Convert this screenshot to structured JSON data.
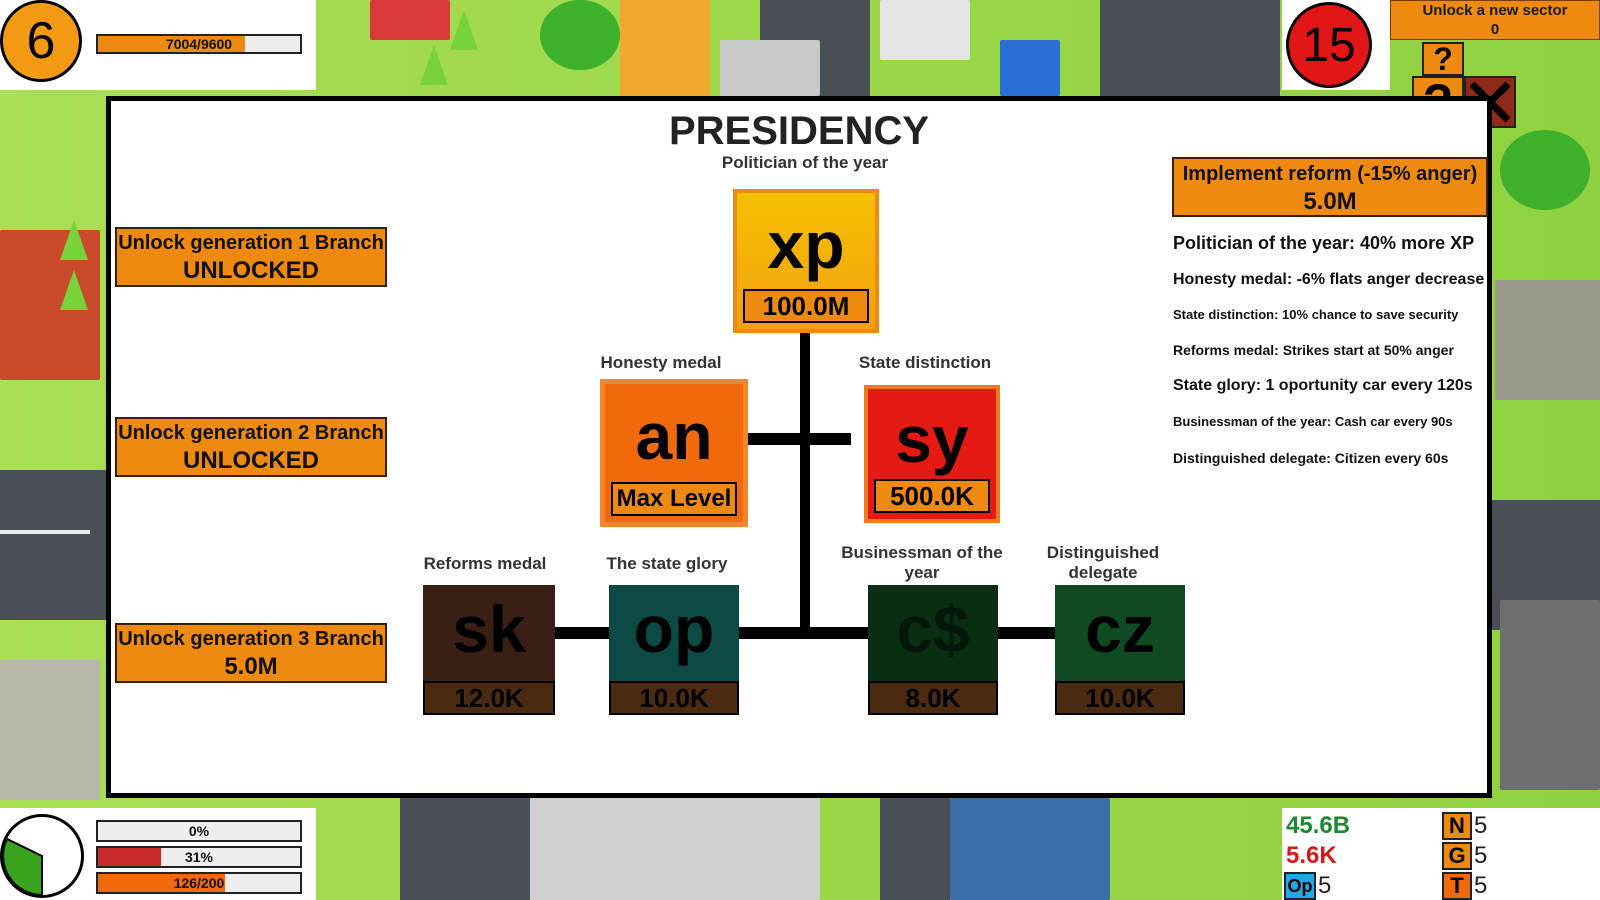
{
  "hud": {
    "level": "6",
    "xp_bar": {
      "text": "7004/9600",
      "fraction": 0.73
    },
    "red_count": "15",
    "unlock_sector": {
      "label": "Unlock a new sector",
      "value": "0"
    },
    "help_icon": "?",
    "close_icon": "close-x"
  },
  "panel": {
    "title": "PRESIDENCY",
    "generations": [
      {
        "label": "Unlock generation 1 Branch",
        "value": "UNLOCKED"
      },
      {
        "label": "Unlock generation 2 Branch",
        "value": "UNLOCKED"
      },
      {
        "label": "Unlock generation 3 Branch",
        "value": "5.0M"
      }
    ],
    "nodes": {
      "xp": {
        "code": "xp",
        "label": "Politician of the year",
        "price": "100.0M"
      },
      "an": {
        "code": "an",
        "label": "Honesty medal",
        "price": "Max Level"
      },
      "sy": {
        "code": "sy",
        "label": "State distinction",
        "price": "500.0K"
      },
      "sk": {
        "code": "sk",
        "label": "Reforms medal",
        "price": "12.0K"
      },
      "op": {
        "code": "op",
        "label": "The state glory",
        "price": "10.0K"
      },
      "cs": {
        "code": "c$",
        "label": "Businessman of the year",
        "price": "8.0K"
      },
      "cz": {
        "code": "cz",
        "label": "Distinguished delegate",
        "price": "10.0K"
      }
    },
    "reform": {
      "label": "Implement reform (-15% anger)",
      "price": "5.0M"
    },
    "descriptions": [
      "Politician of the year: 40% more XP",
      "Honesty medal: -6% flats anger decrease",
      "State distinction: 10% chance to save security",
      "Reforms medal: Strikes start at 50% anger",
      "State glory: 1 oportunity car every 120s",
      "Businessman of the year: Cash car every 90s",
      "Distinguished delegate: Citizen every 60s"
    ]
  },
  "bottom_hud": {
    "bars": [
      {
        "text": "0%",
        "fraction": 0.0
      },
      {
        "text": "31%",
        "fraction": 0.31
      },
      {
        "text": "126/200",
        "fraction": 0.63
      }
    ],
    "money": "45.6B",
    "cost": "5.6K",
    "op_tag": "Op",
    "op_value": "5",
    "tags": [
      {
        "letter": "N",
        "value": "5"
      },
      {
        "letter": "G",
        "value": "5"
      },
      {
        "letter": "T",
        "value": "5"
      }
    ]
  },
  "colors": {
    "orange": "#ee8a10",
    "xp_gold": "#f5c100",
    "an_orange": "#f06a0c",
    "sy_red": "#e51a12",
    "sk_brown": "#3a1f14",
    "op_teal": "#0c4a43",
    "cs_green": "#0a2e14",
    "cz_green": "#0f4a22",
    "money_green": "#1c8a30",
    "cost_red": "#d21a1a",
    "op_blue": "#22a7e8"
  }
}
